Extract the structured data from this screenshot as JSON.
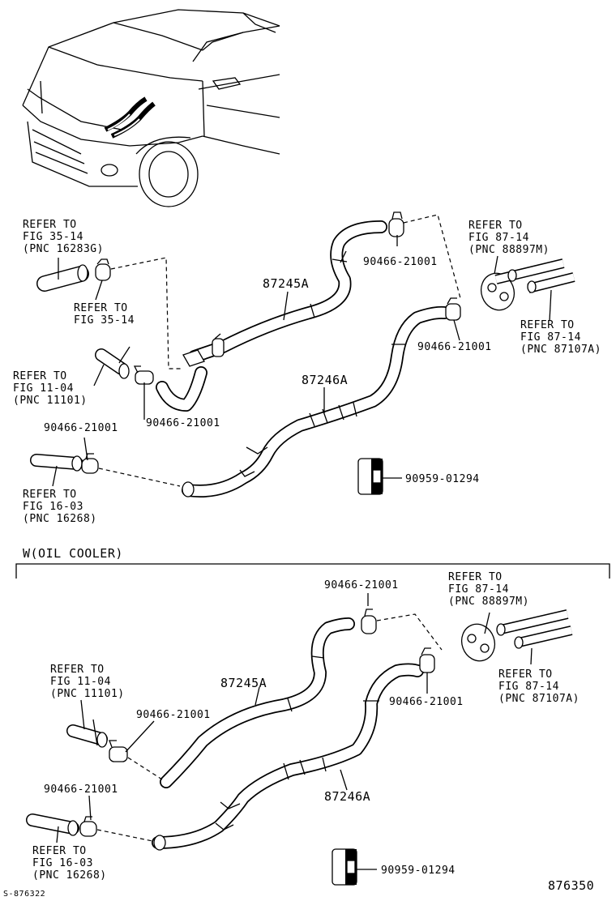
{
  "section_title": "W(OIL COOLER)",
  "diagram_id": "876350",
  "footer_code": "S-876322",
  "top": {
    "labels": {
      "refer_35_14_pnc": [
        "REFER TO",
        "FIG 35-14",
        "(PNC 16283G)"
      ],
      "refer_35_14": [
        "REFER TO",
        "FIG 35-14"
      ],
      "refer_11_04": [
        "REFER TO",
        "FIG 11-04",
        "(PNC 11101)"
      ],
      "refer_16_03": [
        "REFER TO",
        "FIG 16-03",
        "(PNC 16268)"
      ],
      "refer_87_14_a": [
        "REFER TO",
        "FIG 87-14",
        "(PNC 88897M)"
      ],
      "refer_87_14_b": [
        "REFER TO",
        "FIG 87-14",
        "(PNC 87107A)"
      ],
      "hose_a": "87245A",
      "hose_b": "87246A",
      "clamp_1": "90466-21001",
      "clamp_2": "90466-21001",
      "clamp_3": "90466-21001",
      "clamp_4": "90466-21001",
      "clip": "90959-01294"
    }
  },
  "bottom": {
    "labels": {
      "refer_11_04": [
        "REFER TO",
        "FIG 11-04",
        "(PNC 11101)"
      ],
      "refer_16_03": [
        "REFER TO",
        "FIG 16-03",
        "(PNC 16268)"
      ],
      "refer_87_14_a": [
        "REFER TO",
        "FIG 87-14",
        "(PNC 88897M)"
      ],
      "refer_87_14_b": [
        "REFER TO",
        "FIG 87-14",
        "(PNC 87107A)"
      ],
      "hose_a": "87245A",
      "hose_b": "87246A",
      "clamp_1": "90466-21001",
      "clamp_2": "90466-21001",
      "clamp_3": "90466-21001",
      "clamp_4": "90466-21001",
      "clip": "90959-01294"
    }
  }
}
